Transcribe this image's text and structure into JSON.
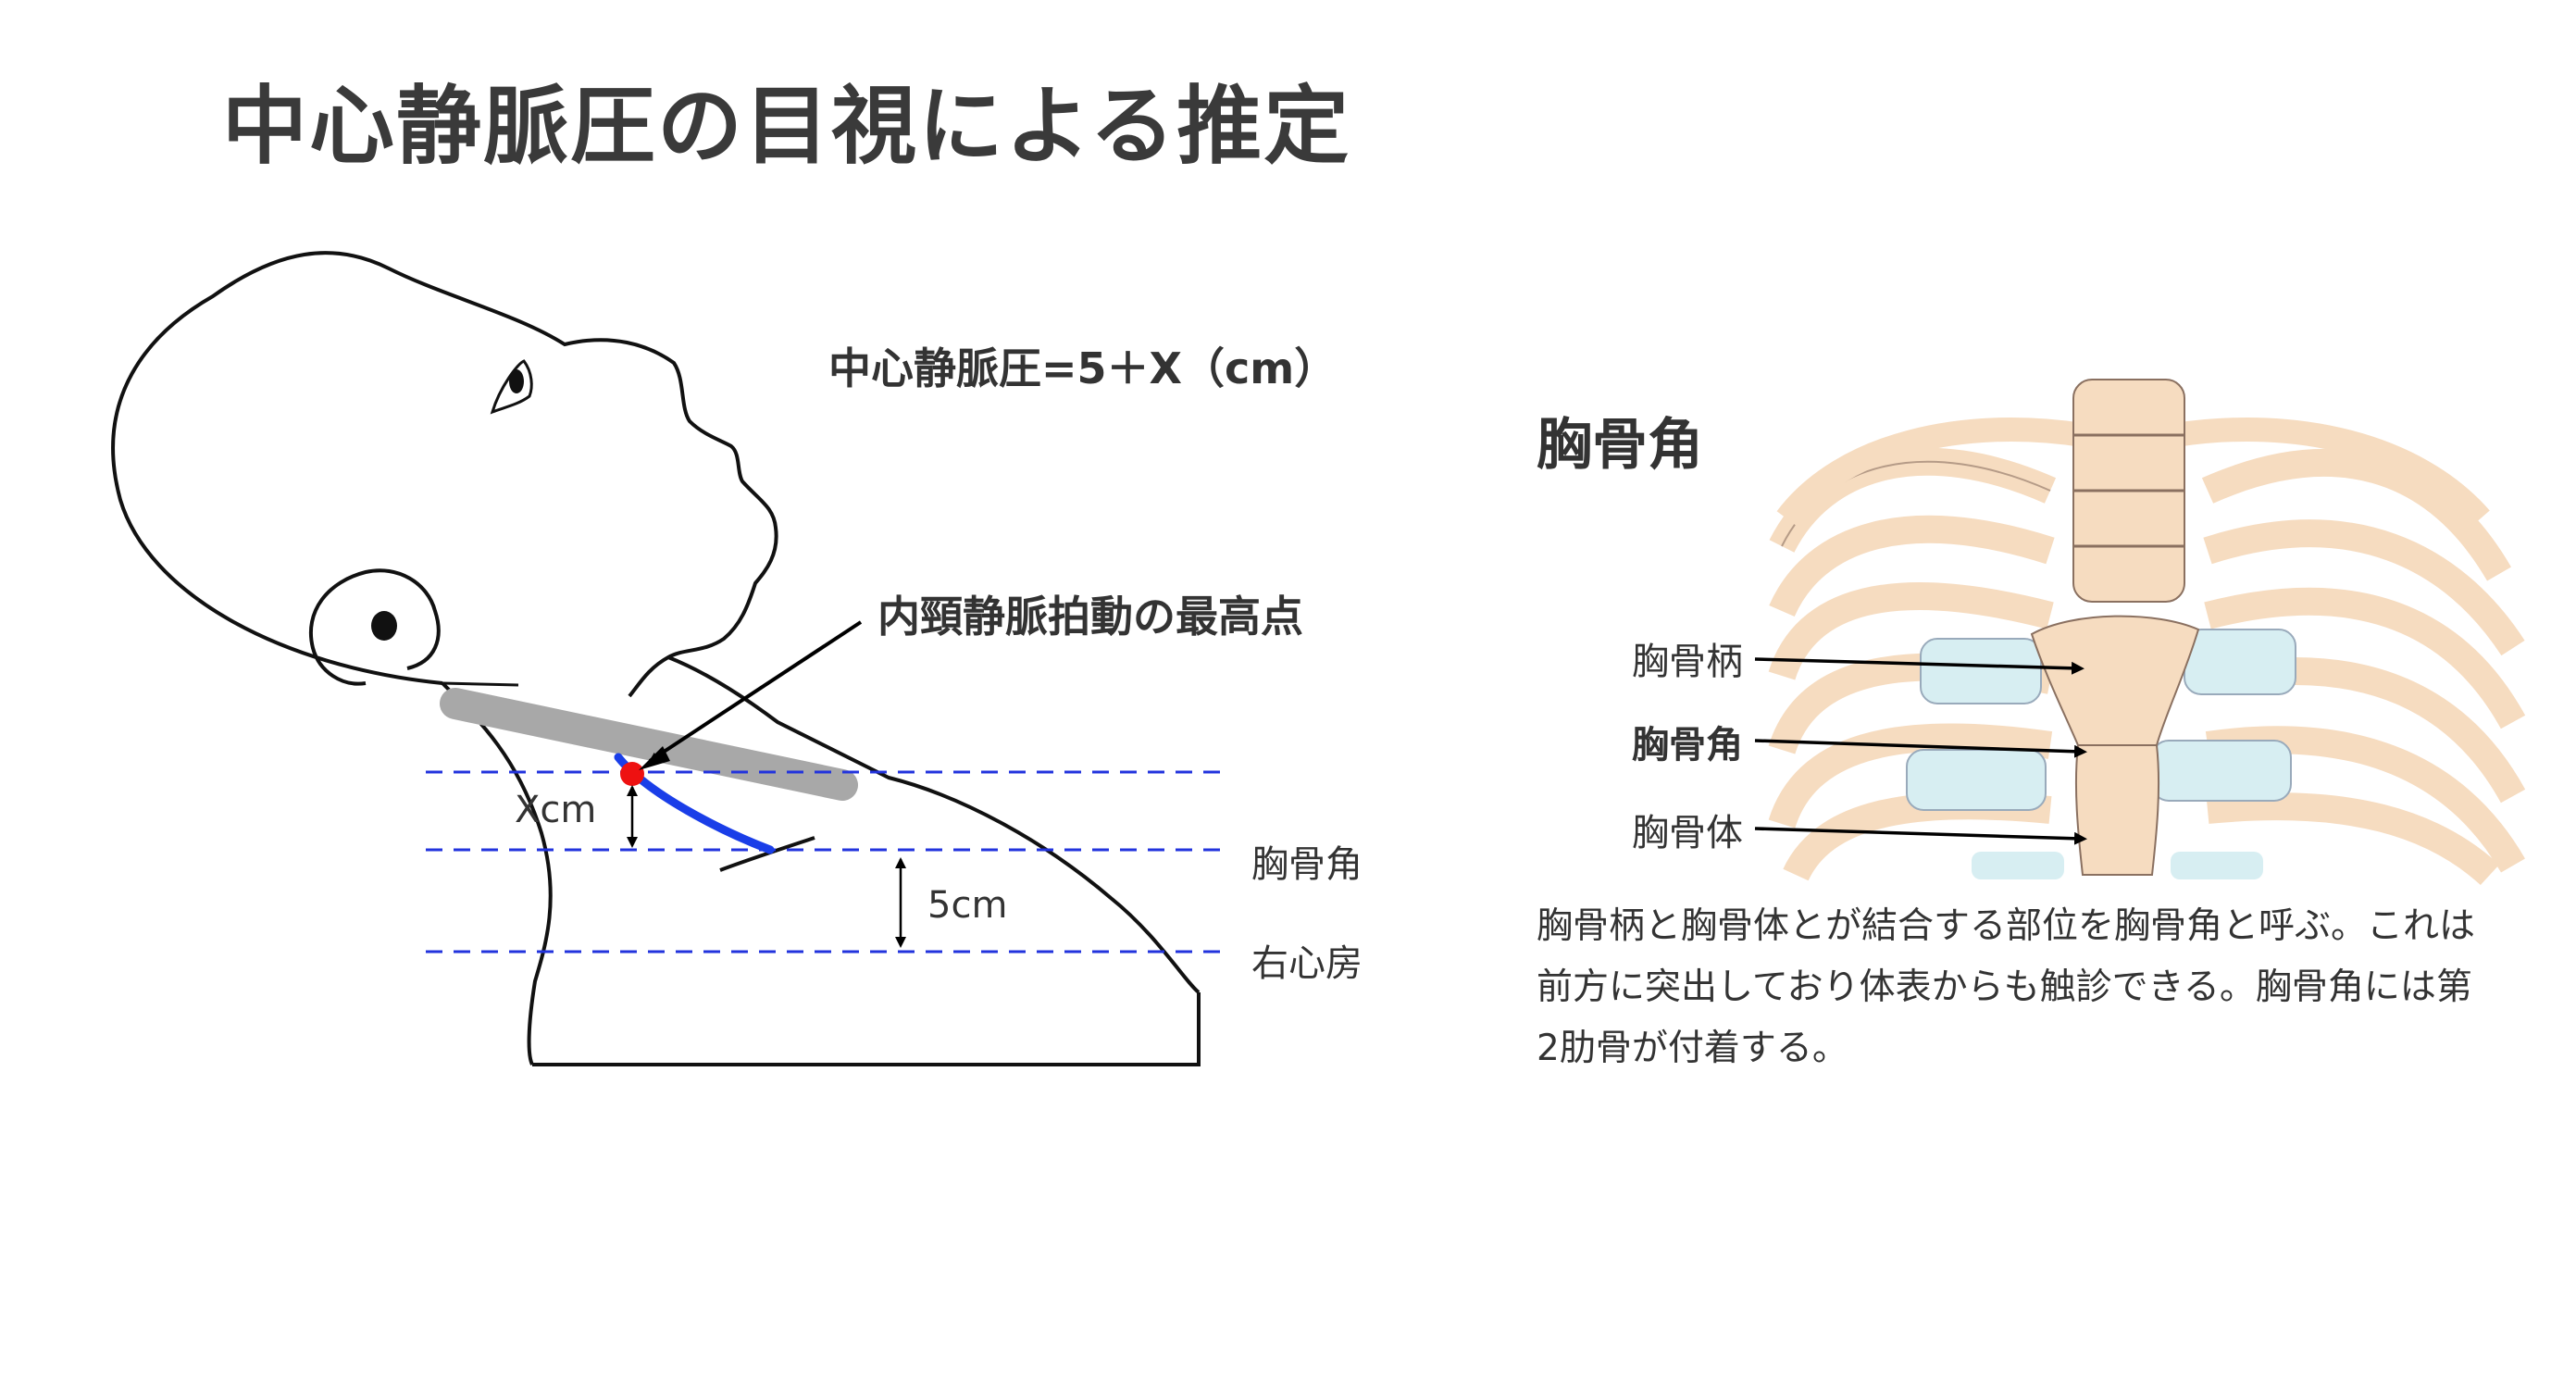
{
  "title": "中心静脈圧の目視による推定",
  "formula": "中心静脈圧=5＋X（cm）",
  "jugular_label": "内頸静脈拍動の最高点",
  "measure": {
    "x_label": "Xcm",
    "five_label": "5cm"
  },
  "reference_lines": {
    "sternal_angle": "胸骨角",
    "right_atrium": "右心房"
  },
  "anatomy": {
    "heading": "胸骨角",
    "labels": {
      "manubrium": "胸骨柄",
      "sternal_angle": "胸骨角",
      "body": "胸骨体"
    },
    "description": "胸骨柄と胸骨体とが結合する部位を胸骨角と呼ぶ。これは前方に突出しており体表からも触診できる。胸骨角には第2肋骨が付着する。"
  },
  "colors": {
    "vein": "#1a3ee8",
    "dashed_line": "#2233dd",
    "top_point": "#ee1111",
    "ruler": "#a8a8a8",
    "bone": "#f6dcc0",
    "cartilage": "#d7eef2"
  }
}
